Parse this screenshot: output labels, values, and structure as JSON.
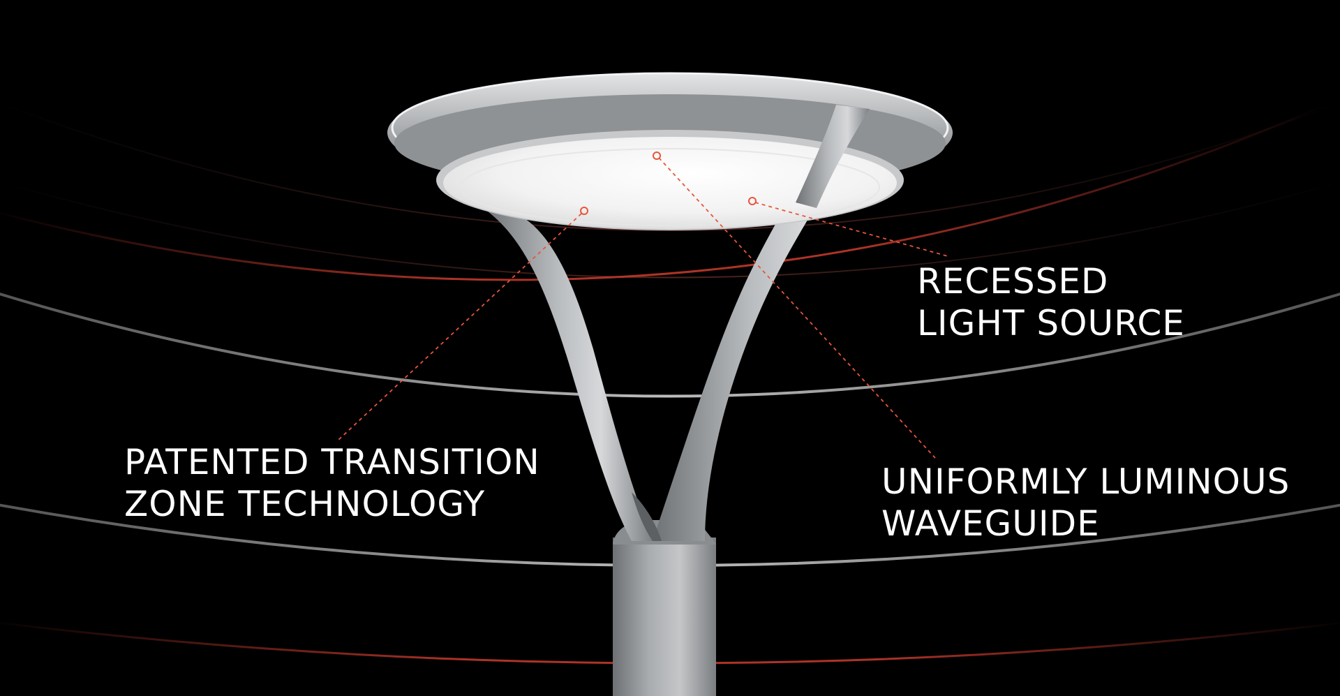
{
  "accent_color": "#e8553a",
  "callouts": {
    "recessed": {
      "line1": "RECESSED",
      "line2": "LIGHT SOURCE"
    },
    "patented": {
      "line1": "PATENTED TRANSITION",
      "line2": "ZONE TECHNOLOGY"
    },
    "waveguide": {
      "line1": "UNIFORMLY LUMINOUS",
      "line2": "WAVEGUIDE"
    }
  }
}
